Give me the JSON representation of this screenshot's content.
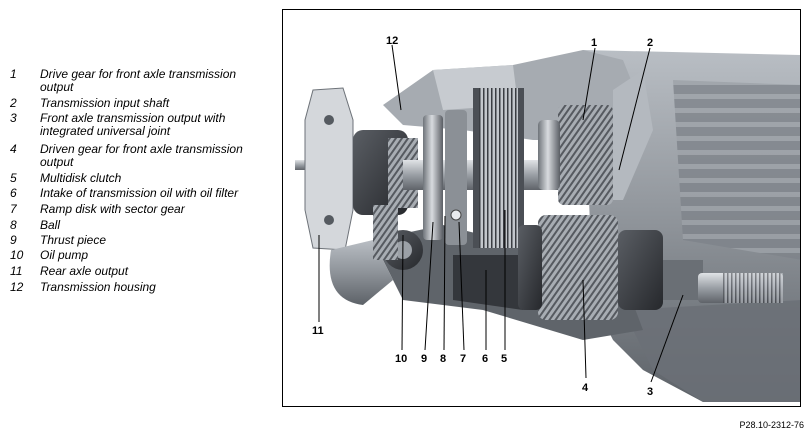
{
  "legend": {
    "items": [
      {
        "num": "1",
        "lines": [
          "Drive gear for front axle transmission",
          "output"
        ]
      },
      {
        "num": "2",
        "lines": [
          "Transmission input shaft"
        ]
      },
      {
        "num": "3",
        "lines": [
          "Front axle transmission output with",
          "integrated universal joint"
        ]
      },
      {
        "num": "4",
        "lines": [
          "Driven gear for front axle transmission",
          "output"
        ]
      },
      {
        "num": "5",
        "lines": [
          "Multidisk clutch"
        ]
      },
      {
        "num": "6",
        "lines": [
          "Intake of transmission oil with oil filter"
        ]
      },
      {
        "num": "7",
        "lines": [
          "Ramp disk with sector gear"
        ]
      },
      {
        "num": "8",
        "lines": [
          "Ball"
        ]
      },
      {
        "num": "9",
        "lines": [
          "Thrust piece"
        ]
      },
      {
        "num": "10",
        "lines": [
          "Oil pump"
        ]
      },
      {
        "num": "11",
        "lines": [
          "Rear axle output"
        ]
      },
      {
        "num": "12",
        "lines": [
          "Transmission housing"
        ]
      }
    ]
  },
  "figure": {
    "callouts": [
      "1",
      "2",
      "3",
      "4",
      "5",
      "6",
      "7",
      "8",
      "9",
      "10",
      "11",
      "12"
    ]
  },
  "reference_code": "P28.10-2312-76",
  "colors": {
    "housing": "#8e9399",
    "housing_dark": "#4a4e54",
    "housing_light": "#c9cdd2",
    "background_shadow": "#2b2d31",
    "leader": "#000000"
  }
}
